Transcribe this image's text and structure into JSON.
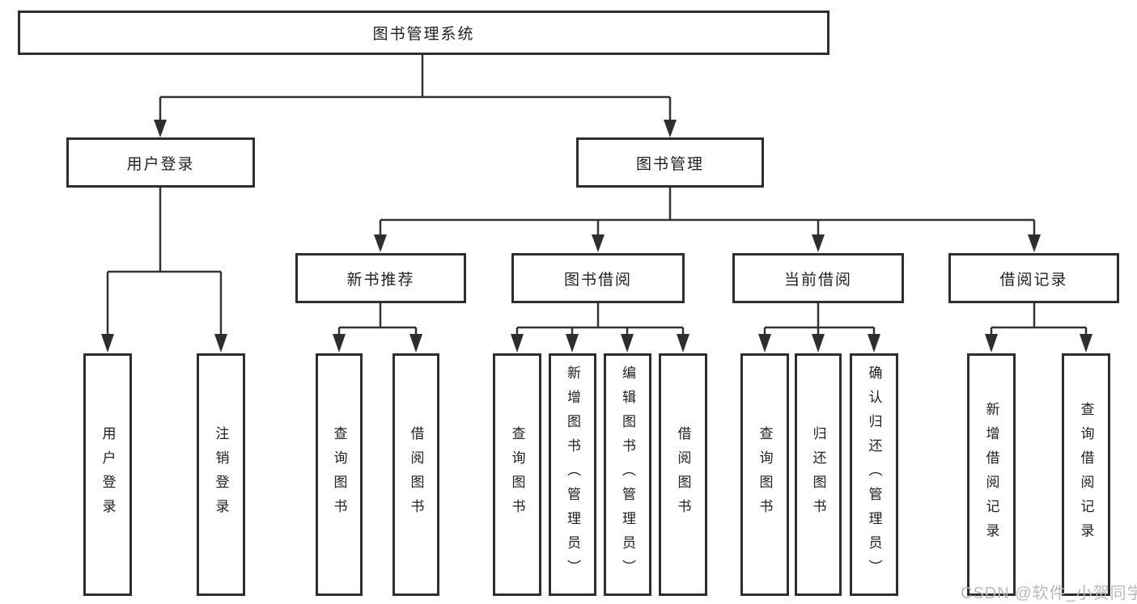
{
  "tree": {
    "root": "图书管理系统",
    "login": {
      "label": "用户登录",
      "children": [
        "用户登录",
        "注销登录"
      ]
    },
    "manage": {
      "label": "图书管理",
      "groups": [
        {
          "label": "新书推荐",
          "children": [
            "查询图书",
            "借阅图书"
          ]
        },
        {
          "label": "图书借阅",
          "children": [
            "查询图书",
            "新增图书（管理员）",
            "编辑图书（管理员）",
            "借阅图书"
          ]
        },
        {
          "label": "当前借阅",
          "children": [
            "查询图书",
            "归还图书",
            "确认归还（管理员）"
          ]
        },
        {
          "label": "借阅记录",
          "children": [
            "新增借阅记录",
            "查询借阅记录"
          ]
        }
      ]
    }
  },
  "watermark": {
    "text": "CSDN @软件_小贺同学"
  },
  "colors": {
    "line": "#333333",
    "box_border": "#2e2e2e",
    "text": "#1f1f23",
    "watermark_text": "#b6bac1",
    "background": "#ffffff"
  }
}
